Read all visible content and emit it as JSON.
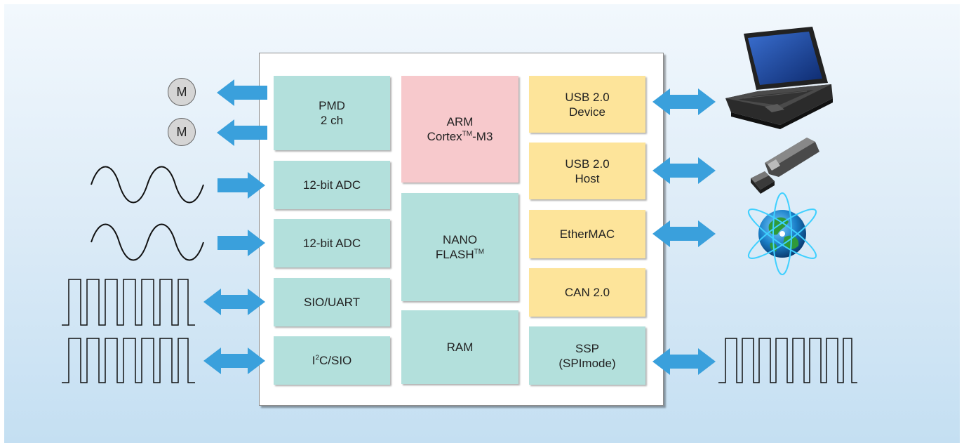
{
  "colors": {
    "background_top": "#f2f8fd",
    "background_bottom": "#c4dff2",
    "peripheral_block": "#b3e0dc",
    "interface_block": "#fde49a",
    "cpu_block": "#f7c9cc",
    "arrow": "#3aa0dc"
  },
  "motors": [
    {
      "label": "M",
      "icon": "motor-icon"
    },
    {
      "label": "M",
      "icon": "motor-icon"
    }
  ],
  "blocks": {
    "pmd": {
      "line1": "PMD",
      "line2": "2 ch"
    },
    "adc1": "12-bit ADC",
    "adc2": "12-bit ADC",
    "sio_uart": "SIO/UART",
    "i2c": {
      "prefix": "I",
      "sup": "2",
      "suffix": "C/SIO"
    },
    "arm": {
      "line1": "ARM",
      "line2_prefix": "Cortex",
      "line2_sup": "TM",
      "line2_suffix": "-M3"
    },
    "flash": {
      "line1": "NANO",
      "line2": "FLASH",
      "line2_sup": "TM"
    },
    "ram": "RAM",
    "usb_device": {
      "line1": "USB 2.0",
      "line2": "Device"
    },
    "usb_host": {
      "line1": "USB 2.0",
      "line2": "Host"
    },
    "ethermac": "EtherMAC",
    "can": "CAN 2.0",
    "ssp": {
      "line1": "SSP",
      "line2": "(SPImode)"
    }
  },
  "external_devices": {
    "left": [
      "motor-icon",
      "motor-icon",
      "sine-wave-icon",
      "sine-wave-icon",
      "square-wave-icon",
      "square-wave-icon"
    ],
    "right": [
      "laptop-icon",
      "usb-stick-icon",
      "globe-network-icon",
      "square-wave-icon"
    ]
  }
}
